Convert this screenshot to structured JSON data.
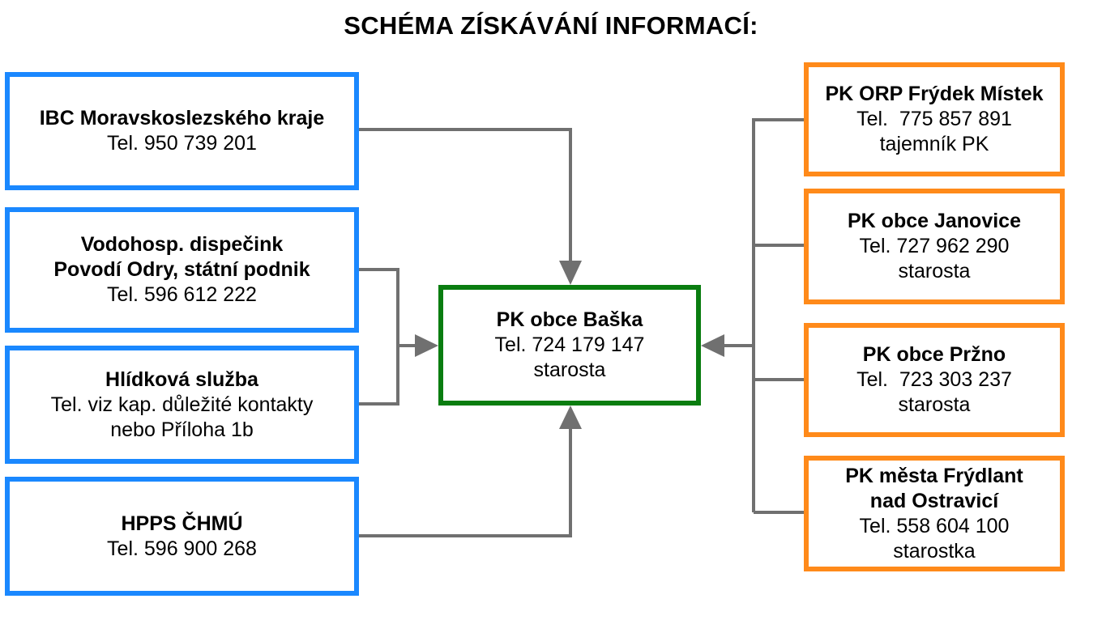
{
  "title": "SCHÉMA ZÍSKÁVÁNÍ INFORMACÍ:",
  "colors": {
    "source_border": "#1a88ff",
    "center_border": "#0a7d10",
    "target_border": "#ff8a1a",
    "connector": "#707070"
  },
  "sources": [
    {
      "lines": [
        "IBC Moravskoslezského kraje",
        "Tel. 950 739 201"
      ]
    },
    {
      "lines": [
        "Vodohosp. dispečink",
        "Povodí Odry, státní podnik",
        "Tel. 596 612 222"
      ]
    },
    {
      "lines": [
        "Hlídková služba",
        "Tel. viz kap. důležité kontakty",
        "nebo Příloha 1b"
      ]
    },
    {
      "lines": [
        "HPPS ČHMÚ",
        "Tel. 596 900 268"
      ]
    }
  ],
  "center": {
    "lines": [
      "PK obce Baška",
      "Tel. 724 179 147",
      "starosta"
    ]
  },
  "targets": [
    {
      "lines": [
        "PK ORP Frýdek Místek",
        "Tel.  775 857 891",
        "tajemník PK"
      ]
    },
    {
      "lines": [
        "PK obce Janovice",
        "Tel. 727 962 290",
        "starosta"
      ]
    },
    {
      "lines": [
        "PK obce Pržno",
        "Tel.  723 303 237",
        "starosta"
      ]
    },
    {
      "lines": [
        "PK města Frýdlant",
        "nad Ostravicí",
        "Tel. 558 604 100",
        "starostka"
      ]
    }
  ]
}
